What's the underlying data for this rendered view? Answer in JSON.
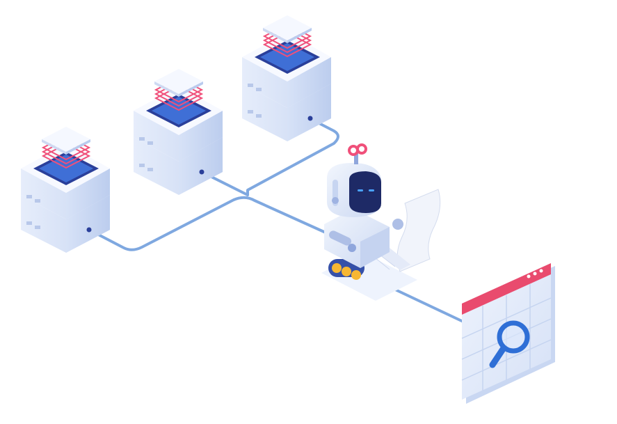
{
  "colors": {
    "background": "#ffffff",
    "cable": "#7fa8e0",
    "server_light": "#f2f6fd",
    "server_mid": "#dde6f8",
    "server_dark": "#c3d2f0",
    "server_screen": "#2a3f9a",
    "server_screen_light": "#3f6fd6",
    "data_layer_accent": "#f0507a",
    "robot_body": "#dfe7f7",
    "robot_face": "#1e2a66",
    "robot_eyes": "#4aa3ff",
    "robot_wheels": "#f7b733",
    "browser_header": "#e94b6e",
    "browser_body": "#e9effb",
    "magnifier": "#2f6fd6"
  },
  "icons": {
    "servers": [
      "database-server-icon",
      "database-server-icon",
      "database-server-icon"
    ],
    "robot": "robot-icon",
    "browser": "browser-window-icon",
    "magnifier": "magnifier-icon",
    "document": "paper-scroll-icon"
  },
  "nodes": [
    {
      "id": "server-1",
      "kind": "server"
    },
    {
      "id": "server-2",
      "kind": "server"
    },
    {
      "id": "server-3",
      "kind": "server"
    },
    {
      "id": "robot",
      "kind": "robot"
    },
    {
      "id": "browser",
      "kind": "browser"
    }
  ],
  "edges": [
    {
      "from": "server-1",
      "to": "robot"
    },
    {
      "from": "server-2",
      "to": "robot"
    },
    {
      "from": "server-3",
      "to": "robot"
    },
    {
      "from": "robot",
      "to": "browser"
    }
  ]
}
